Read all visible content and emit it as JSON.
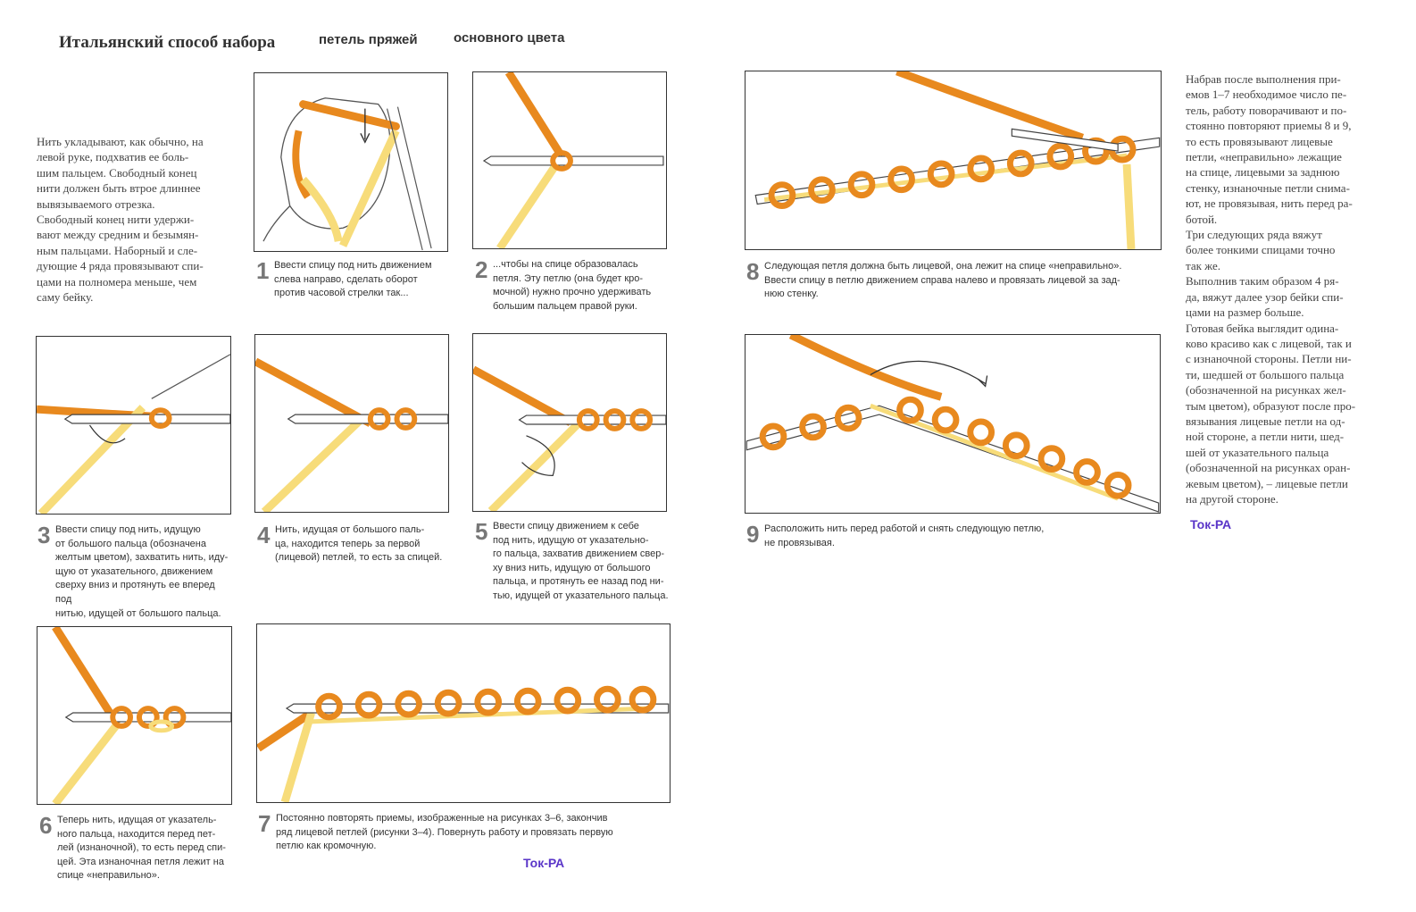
{
  "header": {
    "title_part1": "Итальянский способ набора",
    "title_part2": "петель пряжей",
    "title_part3": "основного цвета"
  },
  "intro": {
    "text": "Нить укладывают, как обычно, на\nлевой руке, подхватив ее боль-\nшим пальцем. Свободный конец\nнити должен быть втрое длиннее\nвывязываемого отрезка.\n    Свободный конец нити удержи-\nвают между средним и безымян-\nным пальцами. Наборный и сле-\nдующие 4 ряда провязывают спи-\nцами на полномера меньше, чем\nсаму бейку."
  },
  "steps": [
    {
      "num": "1",
      "caption": "Ввести спицу под нить движением\nслева направо, сделать оборот\nпротив часовой стрелки так..."
    },
    {
      "num": "2",
      "caption": "...чтобы на спице образовалась\nпетля. Эту петлю (она будет кро-\nмочной) нужно прочно удерживать\nбольшим пальцем правой руки."
    },
    {
      "num": "3",
      "caption": "Ввести спицу под нить, идущую\nот большого пальца (обозначена\nжелтым цветом), захватить нить, иду-\nщую от указательного, движением\nсверху вниз и протянуть ее вперед под\nнитью, идущей от большого пальца."
    },
    {
      "num": "4",
      "caption": "Нить, идущая от большого паль-\nца, находится теперь за первой\n(лицевой) петлей, то есть за спицей."
    },
    {
      "num": "5",
      "caption": "Ввести спицу движением к себе\nпод нить, идущую от указательно-\nго пальца, захватив движением свер-\nху вниз нить, идущую от большого\nпальца, и протянуть ее назад под ни-\nтью, идущей от указательного пальца."
    },
    {
      "num": "6",
      "caption": "Теперь нить, идущая от указатель-\nного пальца, находится перед пет-\nлей (изнаночной), то есть перед спи-\nцей. Эта изнаночная петля лежит на\nспице «неправильно»."
    },
    {
      "num": "7",
      "caption": "Постоянно повторять приемы, изображенные на рисунках 3–6, закончив\nряд лицевой петлей (рисунки 3–4). Повернуть работу и провязать первую\nпетлю как кромочную."
    },
    {
      "num": "8",
      "caption": "Следующая петля должна быть лицевой, она лежит на спице «неправильно».\nВвести спицу в петлю движением справа налево и провязать лицевой за зад-\nнюю стенку."
    },
    {
      "num": "9",
      "caption": "Расположить нить перед работой и снять следующую петлю,\nне провязывая."
    }
  ],
  "right_column": {
    "text": "Набрав после выполнения при-\nемов 1–7 необходимое число пе-\nтель, работу поворачивают и по-\nстоянно повторяют приемы 8 и 9,\nто есть провязывают лицевые\nпетли, «неправильно» лежащие\nна спице, лицевыми за заднюю\nстенку, изнаночные петли снима-\nют, не провязывая, нить перед ра-\nботой.\n    Три следующих ряда вяжут\nболее тонкими спицами точно\nтак же.\n    Выполнив таким образом 4 ря-\nда, вяжут далее узор бейки спи-\nцами на размер больше.\n    Готовая бейка выглядит одина-\nково красиво как с лицевой, так и\nс изнаночной стороны. Петли ни-\nти, шедшей от большого пальца\n(обозначенной на рисунках жел-\nтым цветом), образуют после про-\nвязывания лицевые петли на од-\nной стороне, а петли нити, шед-\nшей от указательного пальца\n(обозначенной на рисунках оран-\nжевым цветом), – лицевые петли\nна другой стороне."
  },
  "watermarks": [
    "Ток-РА",
    "Ток-РА"
  ],
  "colors": {
    "orange_yarn": "#e8891e",
    "yellow_yarn": "#f7dc7a",
    "needle": "#ffffff",
    "border": "#333333",
    "watermark": "#5a35c8"
  }
}
